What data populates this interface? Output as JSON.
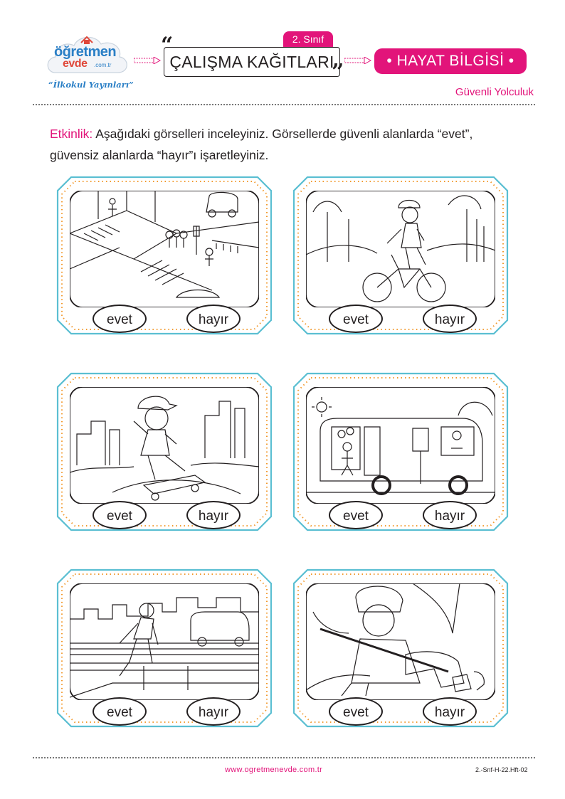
{
  "header": {
    "logo_word1": "öğretmen",
    "logo_word2": "evde",
    "logo_domain": ".com.tr",
    "logo_subtitle": "“İlkokul Yayınları”",
    "grade": "2. Sınıf",
    "open_quote": "“",
    "close_quote": "”",
    "title": "ÇALIŞMA KAĞITLARI",
    "subject": "• HAYAT BİLGİSİ •",
    "topic": "Güvenli Yolculuk"
  },
  "instruction": {
    "label": "Etkinlik:",
    "text": " Aşağıdaki görselleri inceleyiniz. Görsellerde güvenli alanlarda “evet”, güvensiz alanlarda “hayır”ı işaretleyiniz."
  },
  "cards": [
    {
      "yes": "evet",
      "no": "hayır"
    },
    {
      "yes": "evet",
      "no": "hayır"
    },
    {
      "yes": "evet",
      "no": "hayır"
    },
    {
      "yes": "evet",
      "no": "hayır"
    },
    {
      "yes": "evet",
      "no": "hayır"
    },
    {
      "yes": "evet",
      "no": "hayır"
    }
  ],
  "colors": {
    "accent": "#e2147a",
    "frame_blue": "#5bbfd2",
    "frame_orange": "#f29a2e",
    "logo_blue": "#2a7fc6"
  },
  "footer": {
    "url": "www.ogretmenevde.com.tr",
    "code": "2.-Snf-H-22.Hft-02"
  }
}
